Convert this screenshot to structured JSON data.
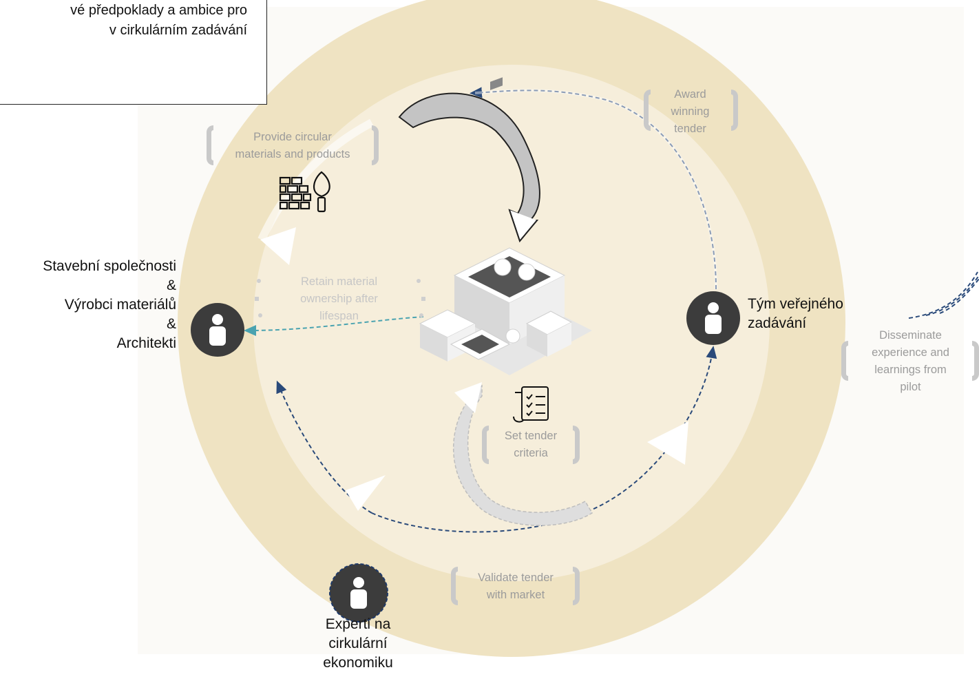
{
  "callout": {
    "text": "vé předpoklady a ambice pro\nv cirkulárním zadávání"
  },
  "actors": {
    "left_line1": "Stavební společnosti",
    "left_amp1": "&",
    "left_line2": "Výrobci materiálů",
    "left_amp2": "&",
    "left_line3": "Architekti",
    "right_line1": "Tým veřejného",
    "right_line2": "zadávání",
    "bottom_line1": "Experti na",
    "bottom_line2": "cirkulární",
    "bottom_line3": "ekonomiku"
  },
  "steps": {
    "award_1": "Award",
    "award_2": "winning",
    "award_3": "tender",
    "provide_1": "Provide circular",
    "provide_2": "materials and products",
    "retain_1": "Retain material",
    "retain_2": "ownership after",
    "retain_3": "lifespan",
    "set_1": "Set tender",
    "set_2": "criteria",
    "validate_1": "Validate tender",
    "validate_2": "with market",
    "dissem_1": "Disseminate",
    "dissem_2": "experience and",
    "dissem_3": "learnings from",
    "dissem_4": "pilot"
  },
  "colors": {
    "ring": "#f0e4c4",
    "ring_inner": "#f6eedb",
    "backdrop": "#fbfaf7",
    "avatar": "#3c3c3c",
    "arrow_navy": "#2a4a7a",
    "arrow_teal": "#4aa3b0",
    "bracket": "#c9c9c9",
    "label_grey": "#9b9b9b"
  },
  "icons": [
    "brick-wall-trowel-icon",
    "building-complex-icon",
    "checklist-document-icon",
    "person-icon"
  ]
}
